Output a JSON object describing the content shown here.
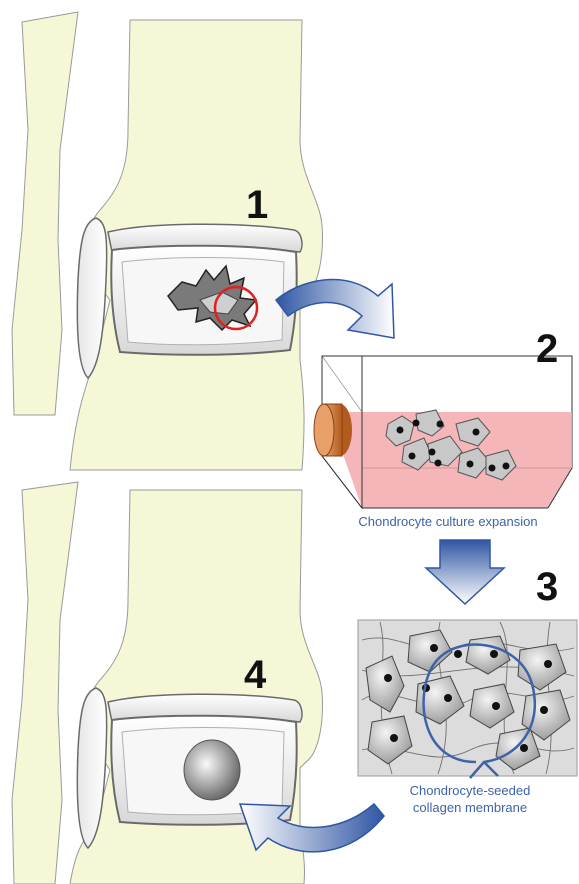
{
  "figure": {
    "steps": {
      "step1": "1",
      "step2": "2",
      "step3": "3",
      "step4": "4"
    },
    "captions": {
      "culture": "Chondrocyte culture expansion",
      "membrane_line1": "Chondrocyte-seeded",
      "membrane_line2": "collagen membrane"
    }
  },
  "colors": {
    "bone": "#f6f7d6",
    "cartilage": "#ececec",
    "arrow": "#3e63a8",
    "medium": "#f2a9ac",
    "flask_cap": "#cc6a28",
    "highlight_circle": "#e02020"
  }
}
